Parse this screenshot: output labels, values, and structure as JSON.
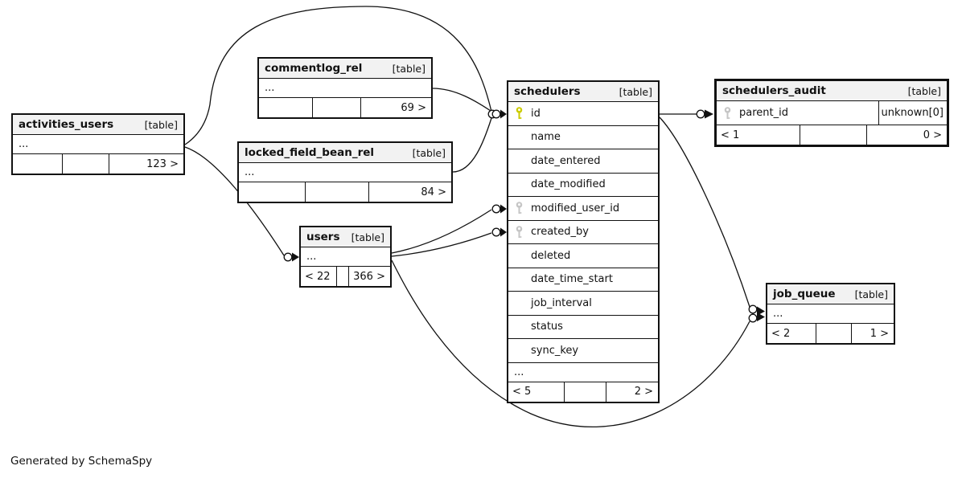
{
  "diagram_note": "Generated by SchemaSpy",
  "colors": {
    "primary_key_icon": "#cccc00",
    "foreign_key_icon": "#c6c6c6",
    "header_bg": "#f2f2f2",
    "border": "#111111"
  },
  "tables": {
    "activities_users": {
      "name": "activities_users",
      "badge": "[table]",
      "ellipsis": "...",
      "footer": [
        "",
        "",
        "123 >"
      ]
    },
    "commentlog_rel": {
      "name": "commentlog_rel",
      "badge": "[table]",
      "ellipsis": "...",
      "footer": [
        "",
        "",
        "69 >"
      ]
    },
    "locked_field_bean_rel": {
      "name": "locked_field_bean_rel",
      "badge": "[table]",
      "ellipsis": "...",
      "footer": [
        "",
        "",
        "84 >"
      ]
    },
    "users": {
      "name": "users",
      "badge": "[table]",
      "ellipsis": "...",
      "footer": [
        "< 22",
        "",
        "366 >"
      ]
    },
    "schedulers": {
      "name": "schedulers",
      "badge": "[table]",
      "columns": [
        {
          "name": "id",
          "key": "primary"
        },
        {
          "name": "name"
        },
        {
          "name": "date_entered"
        },
        {
          "name": "date_modified"
        },
        {
          "name": "modified_user_id",
          "key": "foreign"
        },
        {
          "name": "created_by",
          "key": "foreign"
        },
        {
          "name": "deleted"
        },
        {
          "name": "date_time_start"
        },
        {
          "name": "job_interval"
        },
        {
          "name": "status"
        },
        {
          "name": "sync_key"
        }
      ],
      "ellipsis": "...",
      "footer": [
        "< 5",
        "",
        "2 >"
      ]
    },
    "schedulers_audit": {
      "name": "schedulers_audit",
      "badge": "[table]",
      "columns": [
        {
          "name": "parent_id",
          "key": "foreign",
          "type": "unknown[0]"
        }
      ],
      "footer": [
        "< 1",
        "",
        "0 >"
      ]
    },
    "job_queue": {
      "name": "job_queue",
      "badge": "[table]",
      "ellipsis": "...",
      "footer": [
        "< 2",
        "",
        "1 >"
      ]
    }
  }
}
